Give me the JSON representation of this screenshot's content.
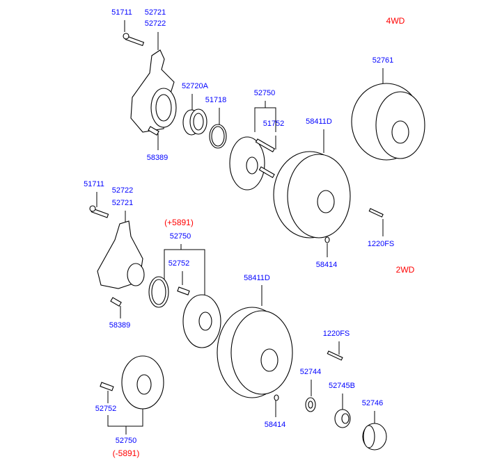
{
  "section_4wd": {
    "title": "4WD",
    "labels": [
      "51711",
      "52721",
      "52722",
      "52720A",
      "51718",
      "52750",
      "51752",
      "58389",
      "52761",
      "58411D",
      "1220FS",
      "58414"
    ]
  },
  "section_2wd": {
    "title": "2WD",
    "labels": [
      "51711",
      "52722",
      "52721",
      "52750",
      "52752",
      "58389",
      "58411D",
      "1220FS",
      "52744",
      "52745B",
      "52746",
      "52752",
      "58414",
      "52750"
    ],
    "upper_variant": "(+5891)",
    "lower_variant": "(-5891)"
  },
  "colors": {
    "part_label": "#0000ff",
    "section_label": "#ff0000"
  }
}
